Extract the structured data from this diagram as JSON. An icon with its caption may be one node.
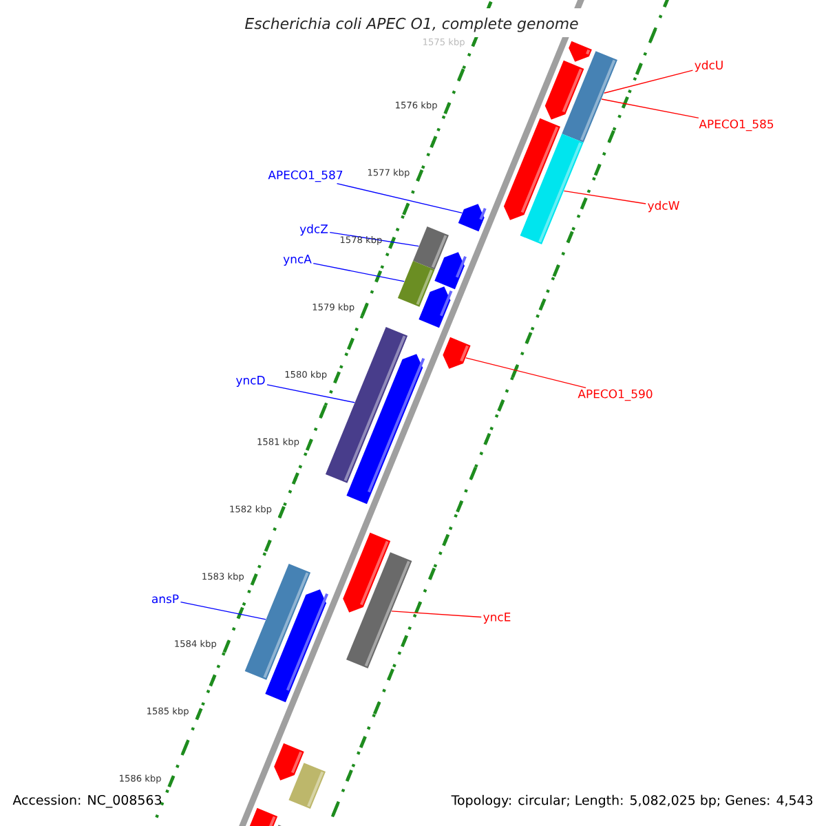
{
  "diagram": {
    "title": "Escherichia coli APEC O1, complete genome",
    "nodes": [
      {
        "text": [
          "ydcU"
        ]
      },
      {
        "text": [
          "APECO1_585"
        ]
      },
      {
        "text": [
          "APECO1_587"
        ]
      },
      {
        "text": [
          "ydcW"
        ]
      },
      {
        "text": [
          "ydcZ"
        ]
      },
      {
        "text": [
          "yncA"
        ]
      },
      {
        "text": [
          "yncD"
        ]
      },
      {
        "text": [
          "APECO1_590"
        ]
      },
      {
        "text": [
          "ansP"
        ]
      },
      {
        "text": [
          "yncE"
        ]
      },
      {
        "text": [],
        "shape": "bar"
      },
      {
        "text": [],
        "shape": "bar"
      },
      {
        "text": [],
        "shape": "bar"
      },
      {
        "text": [],
        "shape": "bar"
      },
      {
        "text": [],
        "shape": "bar"
      },
      {
        "text": [],
        "shape": "bar"
      },
      {
        "text": [],
        "shape": "bar"
      },
      {
        "text": [],
        "shape": "bar"
      },
      {
        "text": [],
        "shape": "bar"
      },
      {
        "text": [],
        "shape": "bar"
      },
      {
        "text": [],
        "shape": "bar"
      },
      {
        "text": [],
        "shape": "bar"
      },
      {
        "text": [],
        "shape": "bar"
      },
      {
        "text": [],
        "shape": "bar"
      },
      {
        "text": [],
        "shape": "bar"
      },
      {
        "text": [],
        "shape": "bar"
      },
      {
        "text": [],
        "shape": "bar"
      },
      {
        "text": [],
        "shape": "bar"
      },
      {
        "text": [],
        "shape": "bar"
      },
      {
        "text": [],
        "shape": "bar"
      },
      {
        "text": [],
        "shape": "bar"
      }
    ],
    "edges": [
      {
        "from": 0,
        "to": 11,
        "arrow": "none",
        "color": "#ff0000"
      },
      {
        "from": 1,
        "to": 11,
        "arrow": "none",
        "color": "#ff0000"
      },
      {
        "from": 2,
        "to": 15,
        "arrow": "none",
        "color": "#0000ff"
      },
      {
        "from": 3,
        "to": 14,
        "arrow": "none",
        "color": "#ff0000"
      },
      {
        "from": 4,
        "to": 16,
        "arrow": "none",
        "color": "#0000ff"
      },
      {
        "from": 5,
        "to": 18,
        "arrow": "none",
        "color": "#0000ff"
      },
      {
        "from": 6,
        "to": 21,
        "arrow": "none",
        "color": "#0000ff"
      },
      {
        "from": 7,
        "to": 20,
        "arrow": "none",
        "color": "#ff0000"
      },
      {
        "from": 8,
        "to": 25,
        "arrow": "none",
        "color": "#0000ff"
      },
      {
        "from": 9,
        "to": 24,
        "arrow": "none",
        "color": "#ff0000"
      }
    ],
    "labels": [
      "1575 kbp",
      "1576 kbp",
      "1577 kbp",
      "1578 kbp",
      "1579 kbp",
      "1580 kbp",
      "1581 kbp",
      "1582 kbp",
      "1583 kbp",
      "1584 kbp",
      "1585 kbp",
      "1586 kbp",
      "Accession: NC_008563",
      "Topology: circular; Length: 5,082,025 bp; Genes: 4,543"
    ]
  }
}
